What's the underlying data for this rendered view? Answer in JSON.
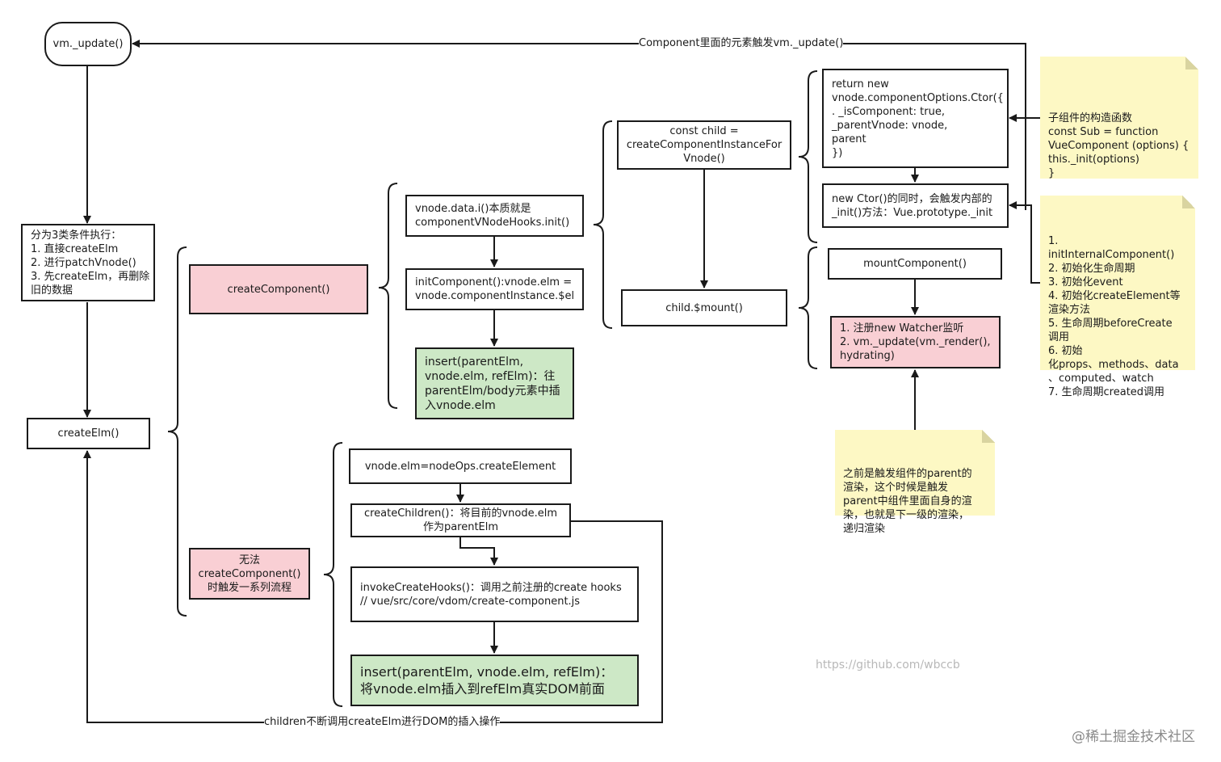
{
  "nodes": {
    "vm_update": "vm._update()",
    "conditions": "分为3类条件执行：\n1. 直接createElm\n2. 进行patchVnode()\n3. 先createElm，再删除旧的数据",
    "create_elm": "createElm()",
    "create_component": "createComponent()",
    "no_create_component": "无法\ncreateComponent()\n时触发一系列流程",
    "vnode_data_i": "vnode.data.i()本质就是\ncomponentVNodeHooks.init()",
    "init_component": "initComponent():vnode.elm =\nvnode.componentInstance.$el",
    "insert_component": "insert(parentElm,\nvnode.elm, refElm)：往\nparentElm/body元素中插\n入vnode.elm",
    "const_child": "const child =\ncreateComponentInstanceFor\nVnode()",
    "child_mount": "child.$mount()",
    "return_new": "return new\nvnode.componentOptions.Ctor({\n.    _isComponent: true,\n     _parentVnode: vnode,\n     parent\n})",
    "new_ctor": "new Ctor()的同时，会触发内部的\n_init()方法：Vue.prototype._init",
    "mount_component": "mountComponent()",
    "watcher": "1. 注册new Watcher监听\n2.   vm._update(vm._render(),\nhydrating)",
    "create_element": "vnode.elm=nodeOps.createElement",
    "create_children": "createChildren()：将目前的vnode.elm\n作为parentElm",
    "invoke_hooks": "invokeCreateHooks()：调用之前注册的create hooks\n// vue/src/core/vdom/create-component.js",
    "insert_dom": "insert(parentElm, vnode.elm, refElm)：\n将vnode.elm插入到refElm真实DOM前面"
  },
  "notes": {
    "sub_constructor": "子组件的构造函数\n  const Sub = function\nVueComponent (options) {\n      this._init(options)\n  }",
    "init_steps": "1. initInternalComponent()\n2. 初始化生命周期\n3. 初始化event\n4. 初始化createElement等\n渲染方法\n5. 生命周期beforeCreate\n调用\n6. 初始\n化props、methods、data\n、computed、watch\n7. 生命周期created调用",
    "recursive_render": "之前是触发组件的parent的\n渲染，这个时候是触发\nparent中组件里面自身的渲\n染，也就是下一级的渲染，\n递归渲染"
  },
  "edge_labels": {
    "component_update": "Component里面的元素触发vm._update()",
    "children_loop": "children不断调用createElm进行DOM的插入操作"
  },
  "watermark": "https://github.com/wbccb",
  "corner_mark": "@稀土掘金技术社区",
  "colors": {
    "pink": "#f9cfd4",
    "green": "#cde8c6",
    "note": "#fdf8c4",
    "stroke": "#1a1a1a"
  }
}
